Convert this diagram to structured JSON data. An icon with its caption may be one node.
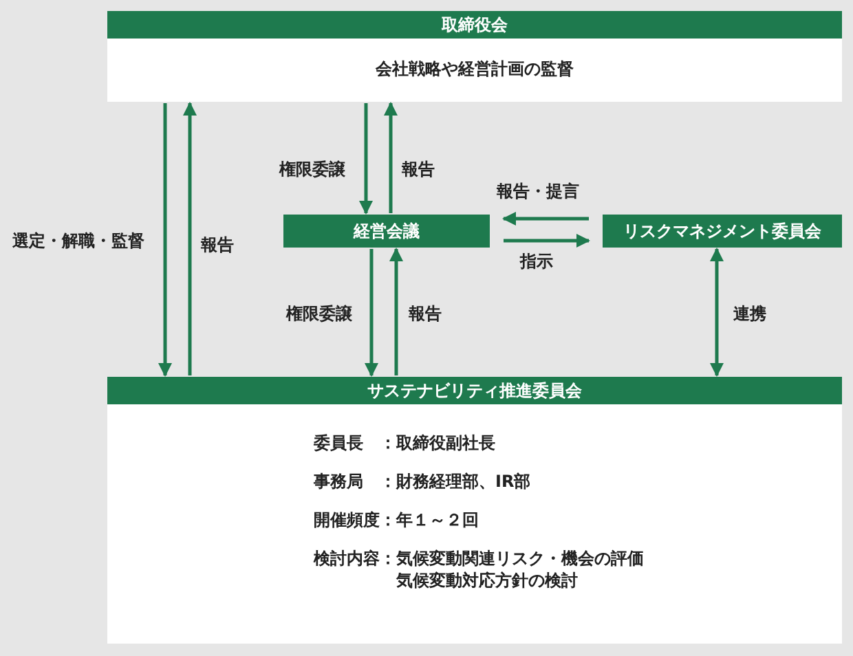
{
  "diagram": {
    "nodes": [
      {
        "text": [
          "取締役会",
          "会社戦略や経営計画の監督"
        ]
      },
      {
        "text": [
          "経営会議"
        ]
      },
      {
        "text": [
          "リスクマネジメント委員会"
        ]
      },
      {
        "text": [
          "サステナビリティ推進委員会",
          "委員長",
          "：取締役副社長",
          "事務局",
          "：財務経理部、IR部",
          "開催頻度",
          "：年１～２回",
          "検討内容",
          "：気候変動関連リスク・機会の評価",
          "気候変動対応方針の検討"
        ]
      }
    ],
    "edges": [
      {
        "from": 0,
        "to": 3,
        "arrow": "to",
        "label": "選定・解職・監督"
      },
      {
        "from": 3,
        "to": 0,
        "arrow": "to",
        "label": "報告"
      },
      {
        "from": 0,
        "to": 1,
        "arrow": "to",
        "label": "権限委譲"
      },
      {
        "from": 1,
        "to": 0,
        "arrow": "to",
        "label": "報告"
      },
      {
        "from": 2,
        "to": 1,
        "arrow": "to",
        "label": "報告・提言"
      },
      {
        "from": 1,
        "to": 2,
        "arrow": "to",
        "label": "指示"
      },
      {
        "from": 1,
        "to": 3,
        "arrow": "to",
        "label": "権限委譲"
      },
      {
        "from": 3,
        "to": 1,
        "arrow": "to",
        "label": "報告"
      },
      {
        "from": 2,
        "to": 3,
        "arrow": "both",
        "label": "連携"
      }
    ]
  }
}
